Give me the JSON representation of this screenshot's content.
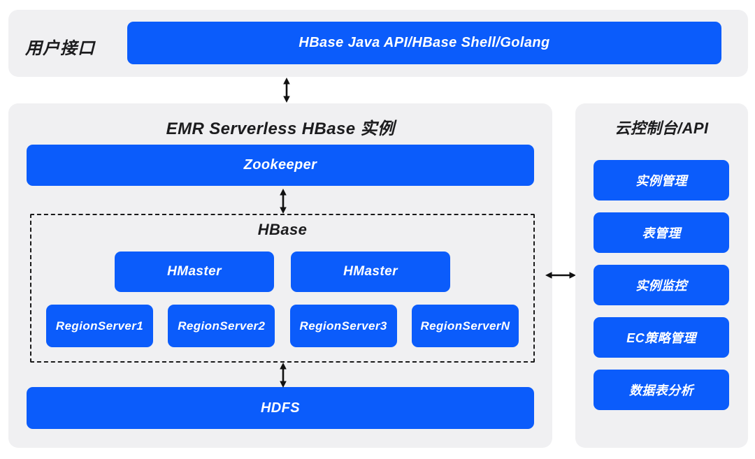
{
  "colors": {
    "accent_blue": "#0b5cfb",
    "panel_gray": "#f0f0f2",
    "text_dark": "#1c1c1e",
    "arrow_black": "#111111"
  },
  "user_interface_section": {
    "label": "用户接口",
    "api_bar": "HBase Java API/HBase Shell/Golang"
  },
  "emr_section": {
    "title": "EMR Serverless HBase 实例",
    "zookeeper": "Zookeeper",
    "hbase_group": {
      "title": "HBase",
      "hmasters": [
        "HMaster",
        "HMaster"
      ],
      "region_servers": [
        "RegionServer1",
        "RegionServer2",
        "RegionServer3",
        "RegionServerN"
      ]
    },
    "hdfs": "HDFS"
  },
  "console_section": {
    "title": "云控制台/API",
    "buttons": [
      "实例管理",
      "表管理",
      "实例监控",
      "EC策略管理",
      "数据表分析"
    ]
  }
}
